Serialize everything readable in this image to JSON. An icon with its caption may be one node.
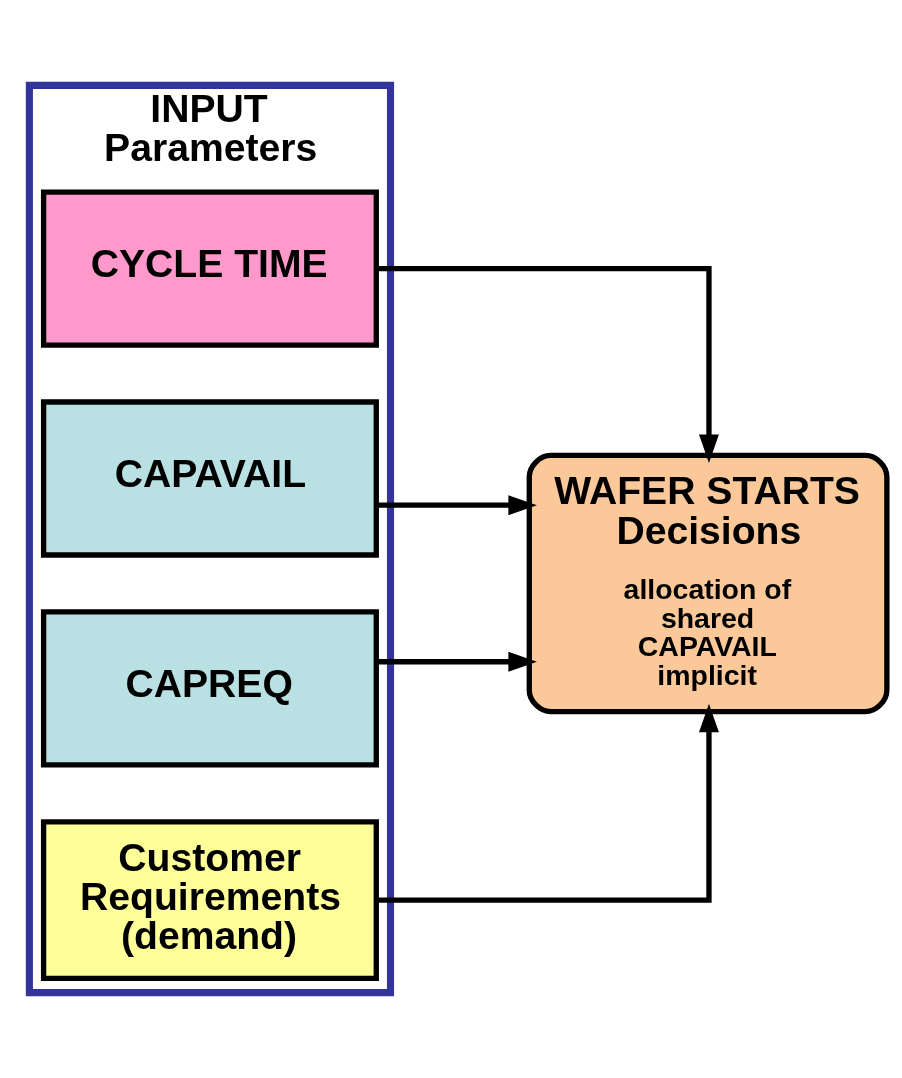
{
  "diagram": {
    "nodes": [
      {
        "text": [
          "INPUT Parameters"
        ]
      },
      {
        "text": [
          "CYCLE TIME"
        ],
        "in": 0
      },
      {
        "text": [
          "CAPAVAIL"
        ],
        "in": 0
      },
      {
        "text": [
          "CAPREQ"
        ],
        "in": 0
      },
      {
        "text": [
          "Customer Requirements (demand)"
        ],
        "in": 0
      },
      {
        "text": [
          "WAFER STARTS Decisions",
          "allocation of shared CAPAVAIL implicit"
        ]
      }
    ],
    "edges": [
      {
        "from": 1,
        "to": 5,
        "arrow": "to"
      },
      {
        "from": 2,
        "to": 5,
        "arrow": "to"
      },
      {
        "from": 3,
        "to": 5,
        "arrow": "to"
      },
      {
        "from": 4,
        "to": 5,
        "arrow": "to"
      }
    ]
  }
}
